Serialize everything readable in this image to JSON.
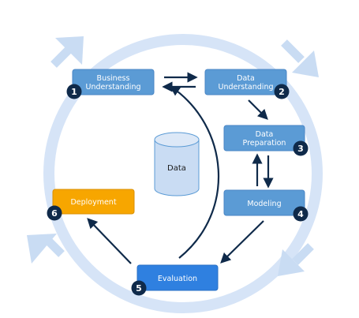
{
  "colors": {
    "ring": "#d6e4f7",
    "box_blue": "#5b9bd5",
    "box_blue_stroke": "#4a86c5",
    "box_evaluation": "#2f80e0",
    "box_deployment": "#f7a600",
    "badge": "#0f2a4a",
    "arrow": "#0f2a4a",
    "cylinder": "#c9dcf3"
  },
  "steps": [
    {
      "id": "business",
      "lines": [
        "Business",
        "Understanding"
      ],
      "number": "1"
    },
    {
      "id": "data-understanding",
      "lines": [
        "Data",
        "Understanding"
      ],
      "number": "2"
    },
    {
      "id": "data-preparation",
      "lines": [
        "Data",
        "Preparation"
      ],
      "number": "3"
    },
    {
      "id": "modeling",
      "lines": [
        "Modeling"
      ],
      "number": "4"
    },
    {
      "id": "evaluation",
      "lines": [
        "Evaluation"
      ],
      "number": "5"
    },
    {
      "id": "deployment",
      "lines": [
        "Deployment"
      ],
      "number": "6"
    }
  ],
  "center": {
    "label": "Data"
  }
}
